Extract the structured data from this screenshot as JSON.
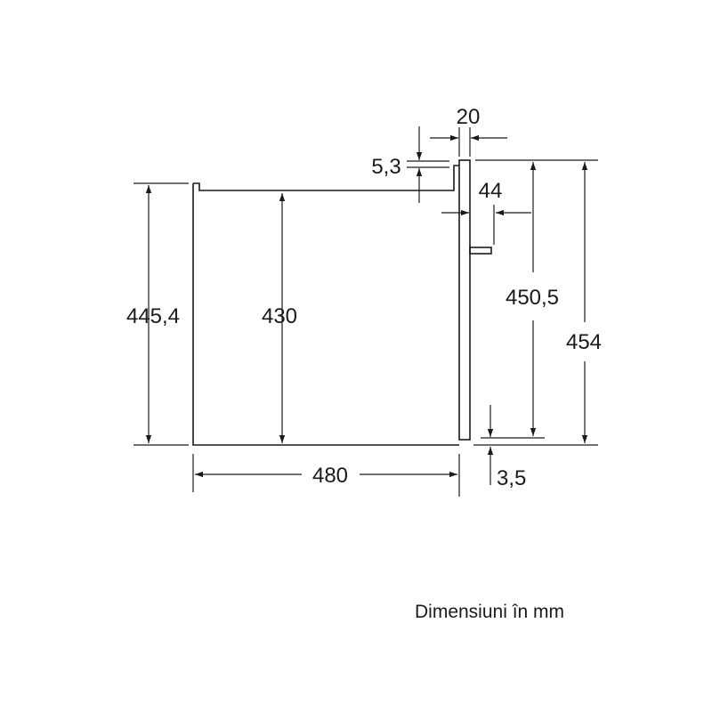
{
  "dimensions": {
    "total_width": "480",
    "inner_height": "430",
    "left_height": "445,4",
    "right_height": "450,5",
    "outer_height": "454",
    "front_thickness": "20",
    "top_offset": "5,3",
    "handle_depth": "44",
    "bottom_offset": "3,5"
  },
  "caption": "Dimensiuni în mm",
  "colors": {
    "line": "#1a1a1a",
    "background": "#ffffff"
  }
}
